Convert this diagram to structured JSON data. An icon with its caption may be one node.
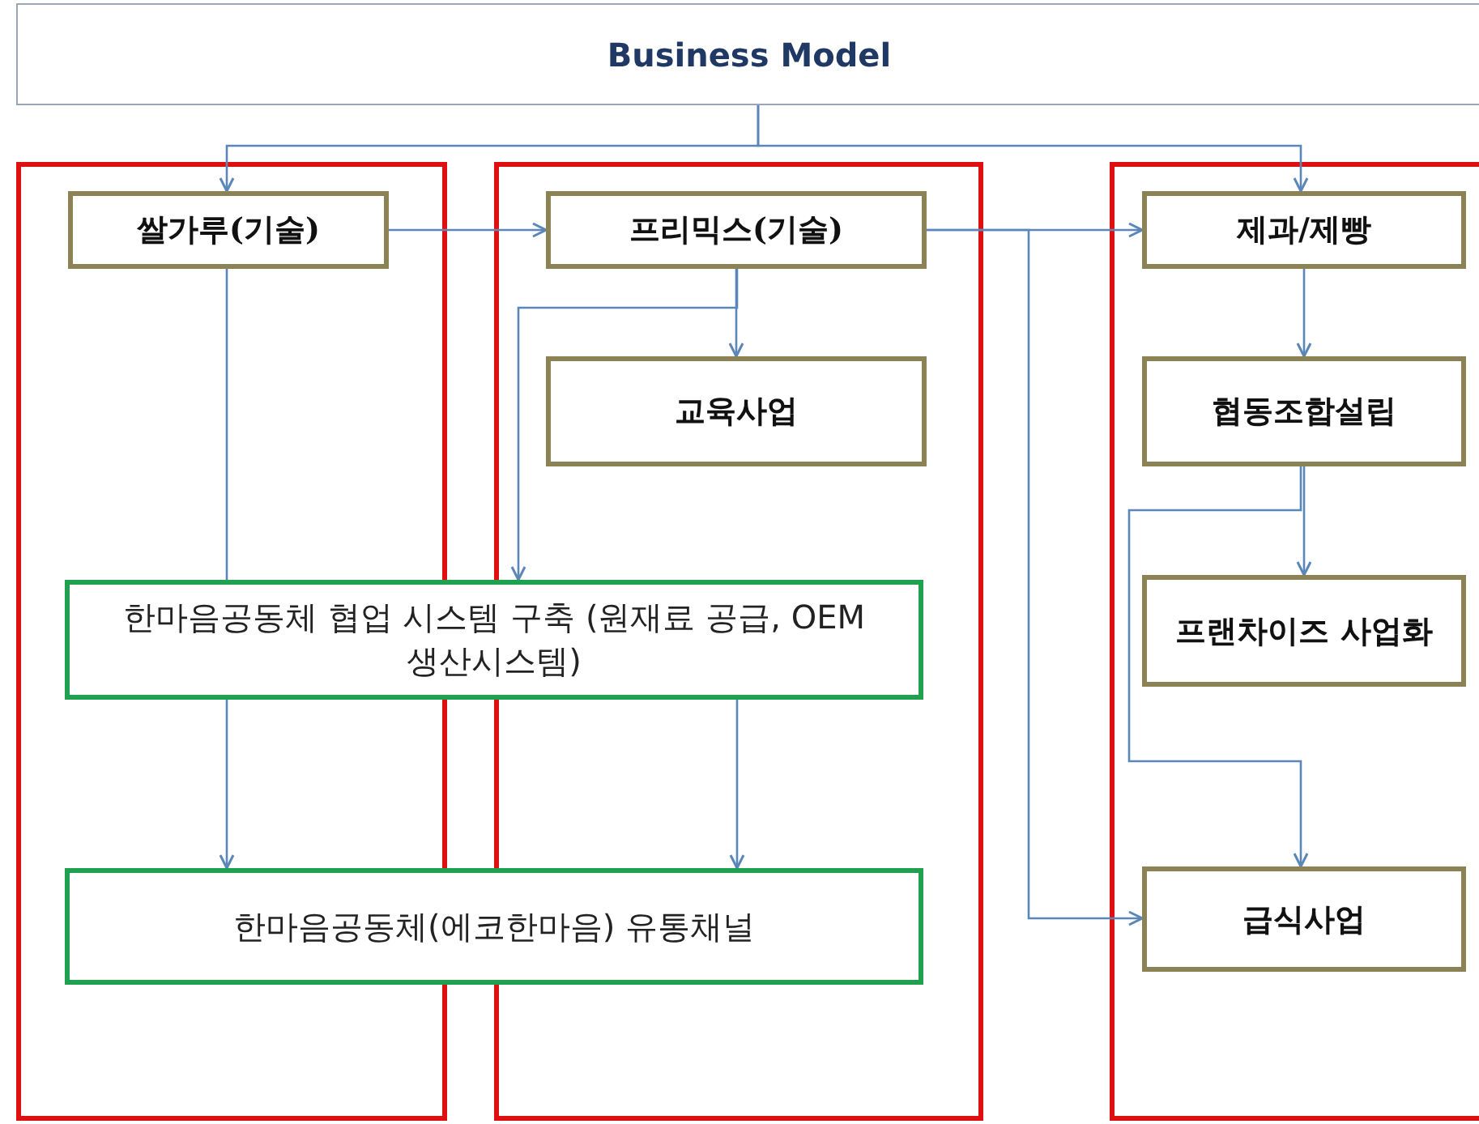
{
  "diagram": {
    "nodes": [
      {
        "text": [
          "Business Model"
        ]
      },
      {
        "text": [],
        "shape": "box"
      },
      {
        "text": [
          "쌀가루(기술)"
        ],
        "in": 1
      },
      {
        "text": [],
        "shape": "box"
      },
      {
        "text": [
          "프리믹스(기술)"
        ],
        "in": 3
      },
      {
        "text": [
          "교육사업"
        ],
        "in": 3
      },
      {
        "text": [
          "한마음공동체 협업 시스템 구축 (원재료 공급, OEM 생산시스템)"
        ]
      },
      {
        "text": [
          "한마음공동체(에코한마음) 유통채널"
        ]
      },
      {
        "text": [],
        "shape": "box"
      },
      {
        "text": [
          "제과/제빵"
        ],
        "in": 8
      },
      {
        "text": [
          "협동조합설립"
        ],
        "in": 8
      },
      {
        "text": [
          "프랜차이즈 사업화"
        ],
        "in": 8
      },
      {
        "text": [
          "급식사업"
        ],
        "in": 8
      }
    ],
    "edges": [
      {
        "from": 0,
        "to": 2,
        "arrow": "to"
      },
      {
        "from": 0,
        "to": 9,
        "arrow": "to"
      },
      {
        "from": 2,
        "to": 4,
        "arrow": "to"
      },
      {
        "from": 4,
        "to": 9,
        "arrow": "to"
      },
      {
        "from": 4,
        "to": 12,
        "arrow": "to"
      },
      {
        "from": 4,
        "to": 5,
        "arrow": "to"
      },
      {
        "from": 4,
        "to": 6,
        "arrow": "to"
      },
      {
        "from": 2,
        "to": 6,
        "arrow": "none"
      },
      {
        "from": 6,
        "to": 7,
        "arrow": "to"
      },
      {
        "from": 6,
        "to": 7,
        "arrow": "to"
      },
      {
        "from": 9,
        "to": 10,
        "arrow": "to"
      },
      {
        "from": 10,
        "to": 11,
        "arrow": "to"
      },
      {
        "from": 10,
        "to": 12,
        "arrow": "to"
      }
    ]
  }
}
